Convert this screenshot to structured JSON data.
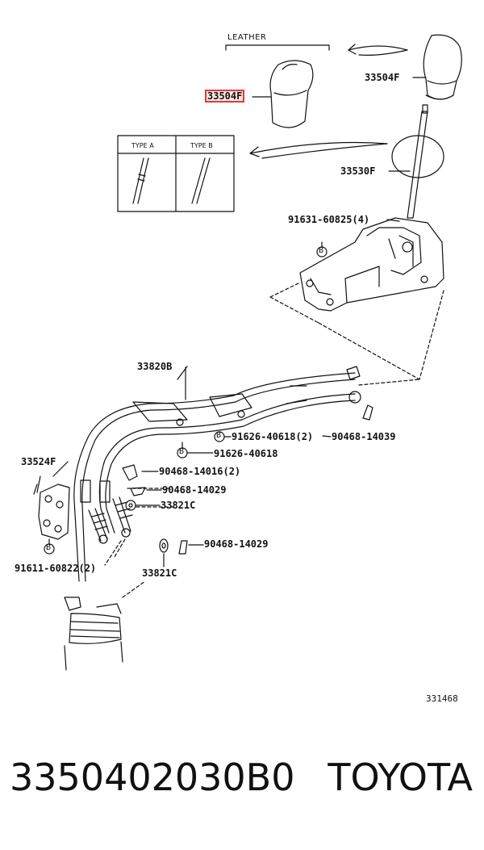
{
  "diagram": {
    "leather_label": "LEATHER",
    "type_a_label": "TYPE A",
    "type_b_label": "TYPE B",
    "callouts": [
      {
        "id": "knob-highlighted",
        "text": "33504F",
        "highlighted": true
      },
      {
        "id": "knob-right",
        "text": "33504F",
        "highlighted": false
      },
      {
        "id": "lever",
        "text": "33530F",
        "highlighted": false
      },
      {
        "id": "bolt-top",
        "text": "91631-60825(4)",
        "highlighted": false
      },
      {
        "id": "cable",
        "text": "33820B",
        "highlighted": false
      },
      {
        "id": "bolt-a",
        "text": "91626-40618(2)",
        "highlighted": false
      },
      {
        "id": "clip-a",
        "text": "90468-14039",
        "highlighted": false
      },
      {
        "id": "bolt-b",
        "text": "91626-40618",
        "highlighted": false
      },
      {
        "id": "bracket",
        "text": "33524F",
        "highlighted": false
      },
      {
        "id": "clip-b",
        "text": "90468-14016(2)",
        "highlighted": false
      },
      {
        "id": "clip-c",
        "text": "90468-14029",
        "highlighted": false
      },
      {
        "id": "washer-a",
        "text": "33821C",
        "highlighted": false
      },
      {
        "id": "clip-d",
        "text": "90468-14029",
        "highlighted": false
      },
      {
        "id": "bolt-c",
        "text": "91611-60822(2)",
        "highlighted": false
      },
      {
        "id": "washer-b",
        "text": "33821C",
        "highlighted": false
      }
    ],
    "marker_b": "B",
    "reference_number": "331468"
  },
  "footer": {
    "part_number": "3350402030B0",
    "brand": "TOYOTA"
  },
  "colors": {
    "highlight": "#e53935",
    "line": "#111111"
  }
}
